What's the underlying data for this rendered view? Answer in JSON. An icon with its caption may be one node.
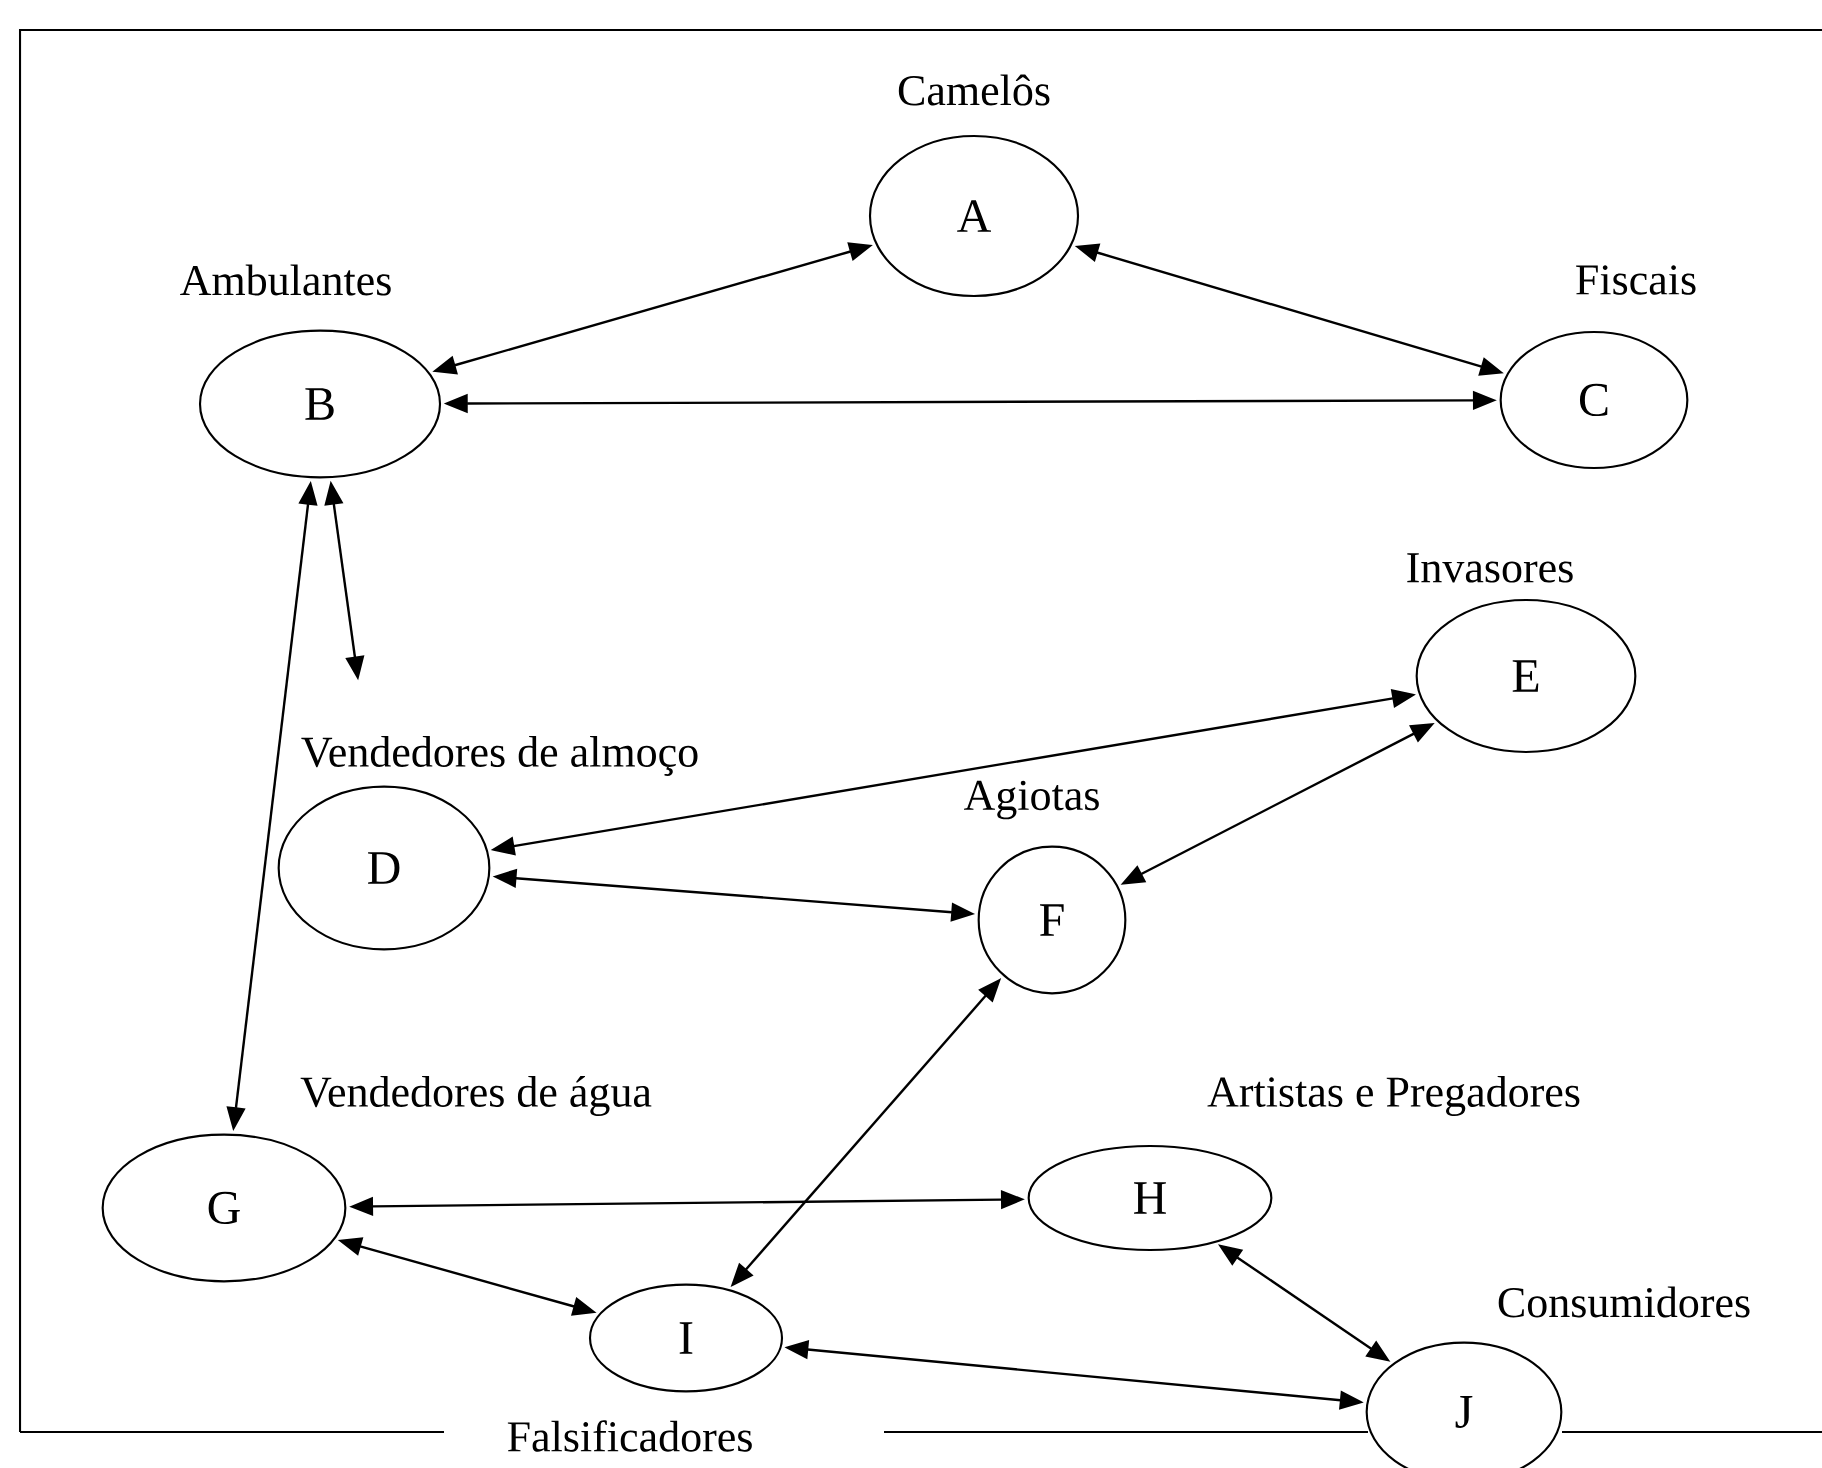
{
  "diagram": {
    "nodes": [
      {
        "text": [
          "A"
        ],
        "beside": [
          "Camelôs"
        ]
      },
      {
        "text": [
          "B"
        ],
        "beside": [
          "Ambulantes"
        ]
      },
      {
        "text": [
          "C"
        ],
        "beside": [
          "Fiscais"
        ]
      },
      {
        "text": [
          "D"
        ],
        "beside": [
          "Vendedores de almoço"
        ]
      },
      {
        "text": [
          "E"
        ],
        "beside": [
          "Invasores"
        ]
      },
      {
        "text": [
          "F"
        ],
        "beside": [
          "Agiotas"
        ]
      },
      {
        "text": [
          "G"
        ],
        "beside": [
          "Vendedores de água"
        ]
      },
      {
        "text": [
          "H"
        ],
        "beside": [
          "Artistas e Pregadores"
        ]
      },
      {
        "text": [
          "I"
        ],
        "beside": [
          "Falsificadores"
        ]
      },
      {
        "text": [
          "J"
        ],
        "beside": [
          "Consumidores"
        ]
      }
    ],
    "edges": [
      {
        "from": 1,
        "to": 0,
        "arrow": "both"
      },
      {
        "from": 0,
        "to": 2,
        "arrow": "both"
      },
      {
        "from": 1,
        "to": 2,
        "arrow": "both"
      },
      {
        "from": 1,
        "to": 3,
        "arrow": "both"
      },
      {
        "from": 1,
        "to": 6,
        "arrow": "both"
      },
      {
        "from": 3,
        "to": 4,
        "arrow": "both"
      },
      {
        "from": 3,
        "to": 5,
        "arrow": "both"
      },
      {
        "from": 5,
        "to": 4,
        "arrow": "both"
      },
      {
        "from": 6,
        "to": 7,
        "arrow": "both"
      },
      {
        "from": 6,
        "to": 8,
        "arrow": "both"
      },
      {
        "from": 5,
        "to": 8,
        "arrow": "both"
      },
      {
        "from": 7,
        "to": 9,
        "arrow": "both"
      },
      {
        "from": 8,
        "to": 9,
        "arrow": "both"
      }
    ]
  }
}
